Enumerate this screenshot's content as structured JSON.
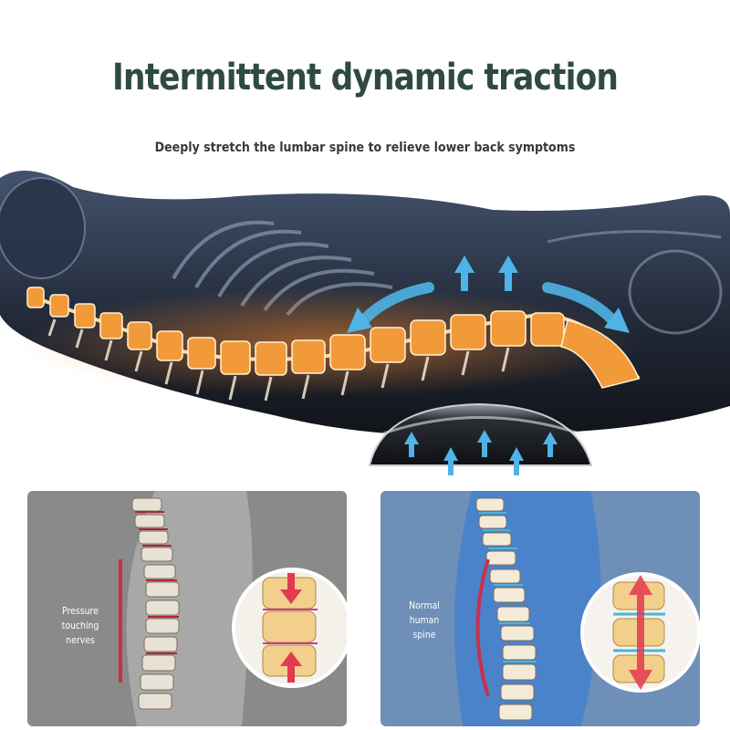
{
  "headline": {
    "title": "Intermittent dynamic traction",
    "subtitle": "Deeply stretch the lumbar spine to relieve lower back symptoms"
  },
  "hero_image": {
    "icon": "x-ray-body-with-spine-on-traction-device",
    "colors": {
      "background": "#0c1420",
      "spine": "#f0a040",
      "arrow": "#4fb3e6"
    }
  },
  "comparison": {
    "left_panel": {
      "label": "Pressure touching nerves",
      "icon": "compressed-vertebrae-icon",
      "colors": {
        "background": "#8a8a8a",
        "marker": "#c8304a"
      }
    },
    "right_panel": {
      "label": "Normal human spine",
      "icon": "decompressed-vertebrae-icon",
      "colors": {
        "background": "#6e8fb8",
        "marker": "#c8304a"
      }
    }
  }
}
